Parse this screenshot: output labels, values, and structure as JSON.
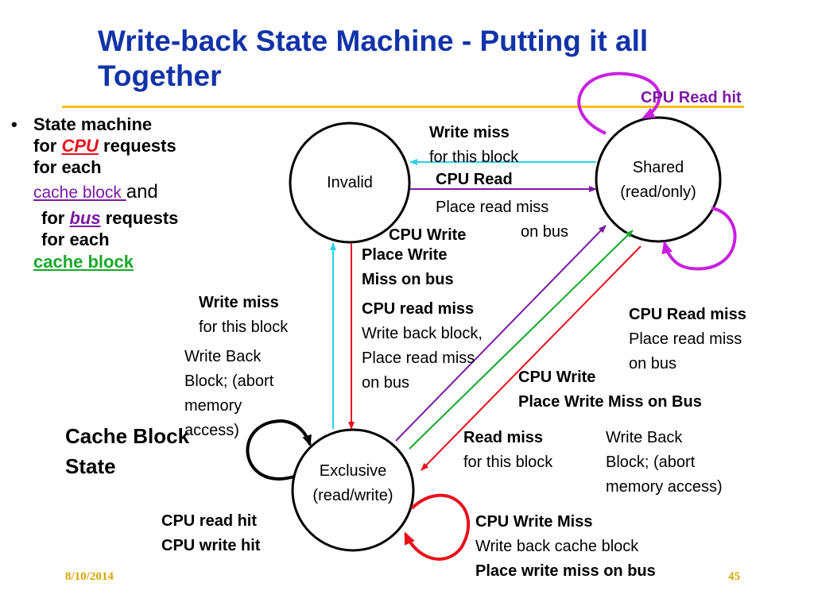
{
  "slide": {
    "title": "Write-back State Machine - Putting it all Together",
    "date": "8/10/2014",
    "page_number": "45"
  },
  "bullet": {
    "marker": "•",
    "line1": "State machine",
    "for1": "for ",
    "cpu": "CPU",
    "requests1": " requests",
    "for_each1": "for each",
    "cache_block1": "cache block ",
    "and": "and",
    "for2": "for ",
    "bus": "bus",
    "requests2": " requests",
    "for_each2": "for each",
    "cache_block2": "cache block"
  },
  "states": {
    "invalid": "Invalid",
    "shared_line1": "Shared",
    "shared_line2": "(read/only)",
    "exclusive_line1": "Exclusive",
    "exclusive_line2": "(read/write)"
  },
  "labels": {
    "cpu_read_hit": "CPU Read hit",
    "write_miss_top_1": "Write miss",
    "write_miss_top_2": "for this block",
    "cpu_read": "CPU Read",
    "place_read_miss_1": "Place read miss",
    "place_read_miss_2": "on bus",
    "cpu_write": "CPU Write",
    "place_write_1": "Place Write",
    "place_write_2": "Miss on bus",
    "write_miss_left_1": "Write miss",
    "write_miss_left_2": "for this block",
    "write_back_1": "Write Back",
    "write_back_2": "Block; (abort",
    "write_back_3": "memory",
    "write_back_4": "access)",
    "cpu_read_miss": "CPU read miss",
    "cpu_read_miss_2": "Write back block,",
    "cpu_read_miss_3": "Place read miss",
    "cpu_read_miss_4": "on bus",
    "shared_read_miss_1": "CPU Read miss",
    "shared_read_miss_2": "Place read miss",
    "shared_read_miss_3": "on bus",
    "cpu_write_2": "CPU Write",
    "place_write_miss_bus": "Place Write Miss on Bus",
    "read_miss_1": "Read miss",
    "read_miss_2": "for this block",
    "wb2_1": "Write Back",
    "wb2_2": "Block; (abort",
    "wb2_3": "memory access)",
    "cache_block_state_1": "Cache Block",
    "cache_block_state_2": "State",
    "cpu_read_hit_2": "CPU read hit",
    "cpu_write_hit": "CPU write hit",
    "cpu_write_miss_1": "CPU Write Miss",
    "cpu_write_miss_2": "Write back cache block",
    "cpu_write_miss_3": "Place write miss on bus"
  },
  "colors": {
    "title": "#1233a8",
    "red": "#e8101c",
    "purple": "#7a1aa3",
    "magenta": "#c820e0",
    "green": "#17a82a",
    "cyan": "#2bd3e6",
    "rule": "#f2c200",
    "footer": "#d8a400"
  }
}
